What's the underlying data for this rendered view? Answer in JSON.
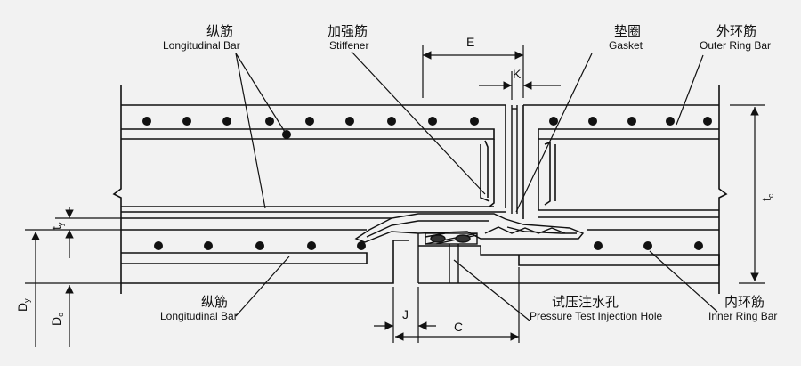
{
  "labels": {
    "long_top_zh": "纵筋",
    "long_top_en": "Longitudinal Bar",
    "stiffener_zh": "加强筋",
    "stiffener_en": "Stiffener",
    "gasket_zh": "垫圈",
    "gasket_en": "Gasket",
    "outer_zh": "外环筋",
    "outer_en": "Outer Ring Bar",
    "long_bot_zh": "纵筋",
    "long_bot_en": "Longitudinal Bar",
    "hole_zh": "试压注水孔",
    "hole_en": "Pressure Test Injection Hole",
    "inner_zh": "内环筋",
    "inner_en": "Inner Ring Bar"
  },
  "dims": {
    "E": "E",
    "K": "K",
    "J": "J",
    "C": "C",
    "tc_main": "t",
    "tc_sub": "c",
    "ty_main": "t",
    "ty_sub": "y",
    "Dy_main": "D",
    "Dy_sub": "y",
    "Do_main": "D",
    "Do_sub": "o"
  },
  "colors": {
    "background": "#f2f2f2",
    "line": "#111111"
  }
}
